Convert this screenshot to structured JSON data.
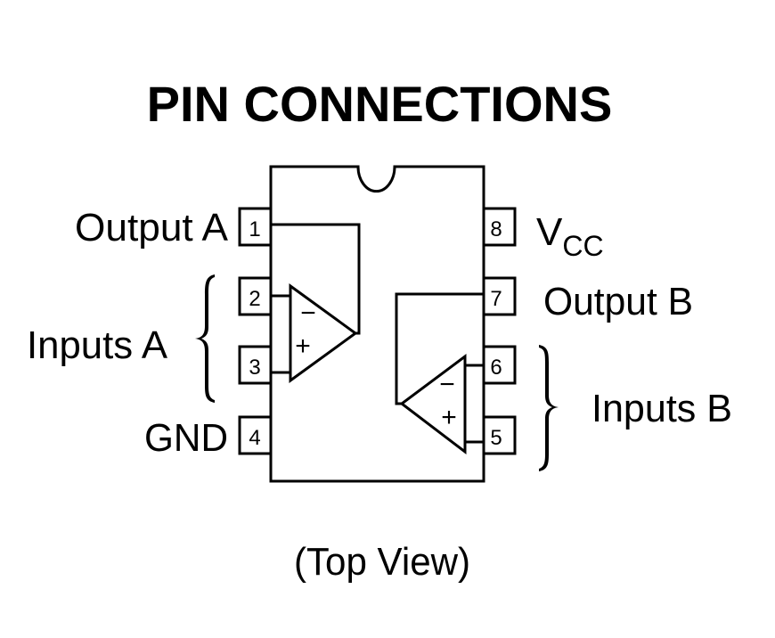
{
  "title": "PIN CONNECTIONS",
  "footer": "(Top View)",
  "package": {
    "type": "8-pin DIP",
    "notch": "top-center"
  },
  "pins": [
    {
      "number": "1",
      "side": "left",
      "label": "Output A"
    },
    {
      "number": "2",
      "side": "left",
      "label": ""
    },
    {
      "number": "3",
      "side": "left",
      "label": ""
    },
    {
      "number": "4",
      "side": "left",
      "label": "GND"
    },
    {
      "number": "5",
      "side": "right",
      "label": ""
    },
    {
      "number": "6",
      "side": "right",
      "label": ""
    },
    {
      "number": "7",
      "side": "right",
      "label": "Output B"
    },
    {
      "number": "8",
      "side": "right",
      "label_main": "V",
      "label_sub": "CC"
    }
  ],
  "groups": {
    "inputs_a": {
      "label": "Inputs A",
      "pins": [
        "2",
        "3"
      ]
    },
    "inputs_b": {
      "label": "Inputs B",
      "pins": [
        "6",
        "5"
      ]
    }
  },
  "opamps": [
    {
      "name": "A",
      "inverting_pin": "2",
      "non_inverting_pin": "3",
      "output_pin": "1",
      "minus": "−",
      "plus": "+"
    },
    {
      "name": "B",
      "inverting_pin": "6",
      "non_inverting_pin": "5",
      "output_pin": "7",
      "minus": "−",
      "plus": "+"
    }
  ],
  "brace_left": "{",
  "brace_right": "}"
}
